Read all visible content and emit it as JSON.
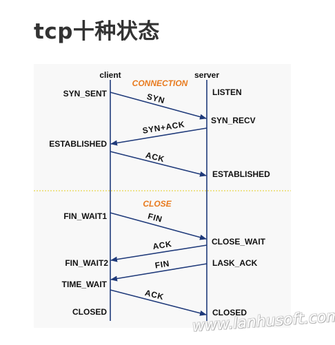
{
  "title": "tcp十种状态",
  "colors": {
    "arrow": "#1f3a7a",
    "phase_label": "#e87a1e",
    "divider": "#e8d44a",
    "text": "#111111"
  },
  "columns": {
    "client": "client",
    "server": "server"
  },
  "phases": {
    "connection": "CONNECTION",
    "close": "CLOSE"
  },
  "client_states": {
    "syn_sent": "SYN_SENT",
    "established": "ESTABLISHED",
    "fin_wait1": "FIN_WAIT1",
    "fin_wait2": "FIN_WAIT2",
    "time_wait": "TIME_WAIT",
    "closed": "CLOSED"
  },
  "server_states": {
    "listen": "LISTEN",
    "syn_recv": "SYN_RECV",
    "established": "ESTABLISHED",
    "close_wait": "CLOSE_WAIT",
    "lask_ack": "LASK_ACK",
    "closed": "CLOSED"
  },
  "messages": {
    "syn": "SYN",
    "syn_ack": "SYN+ACK",
    "ack1": "ACK",
    "fin1": "FIN",
    "ack2": "ACK",
    "fin2": "FIN",
    "ack3": "ACK"
  },
  "watermark": "www.lanhusoft.com"
}
